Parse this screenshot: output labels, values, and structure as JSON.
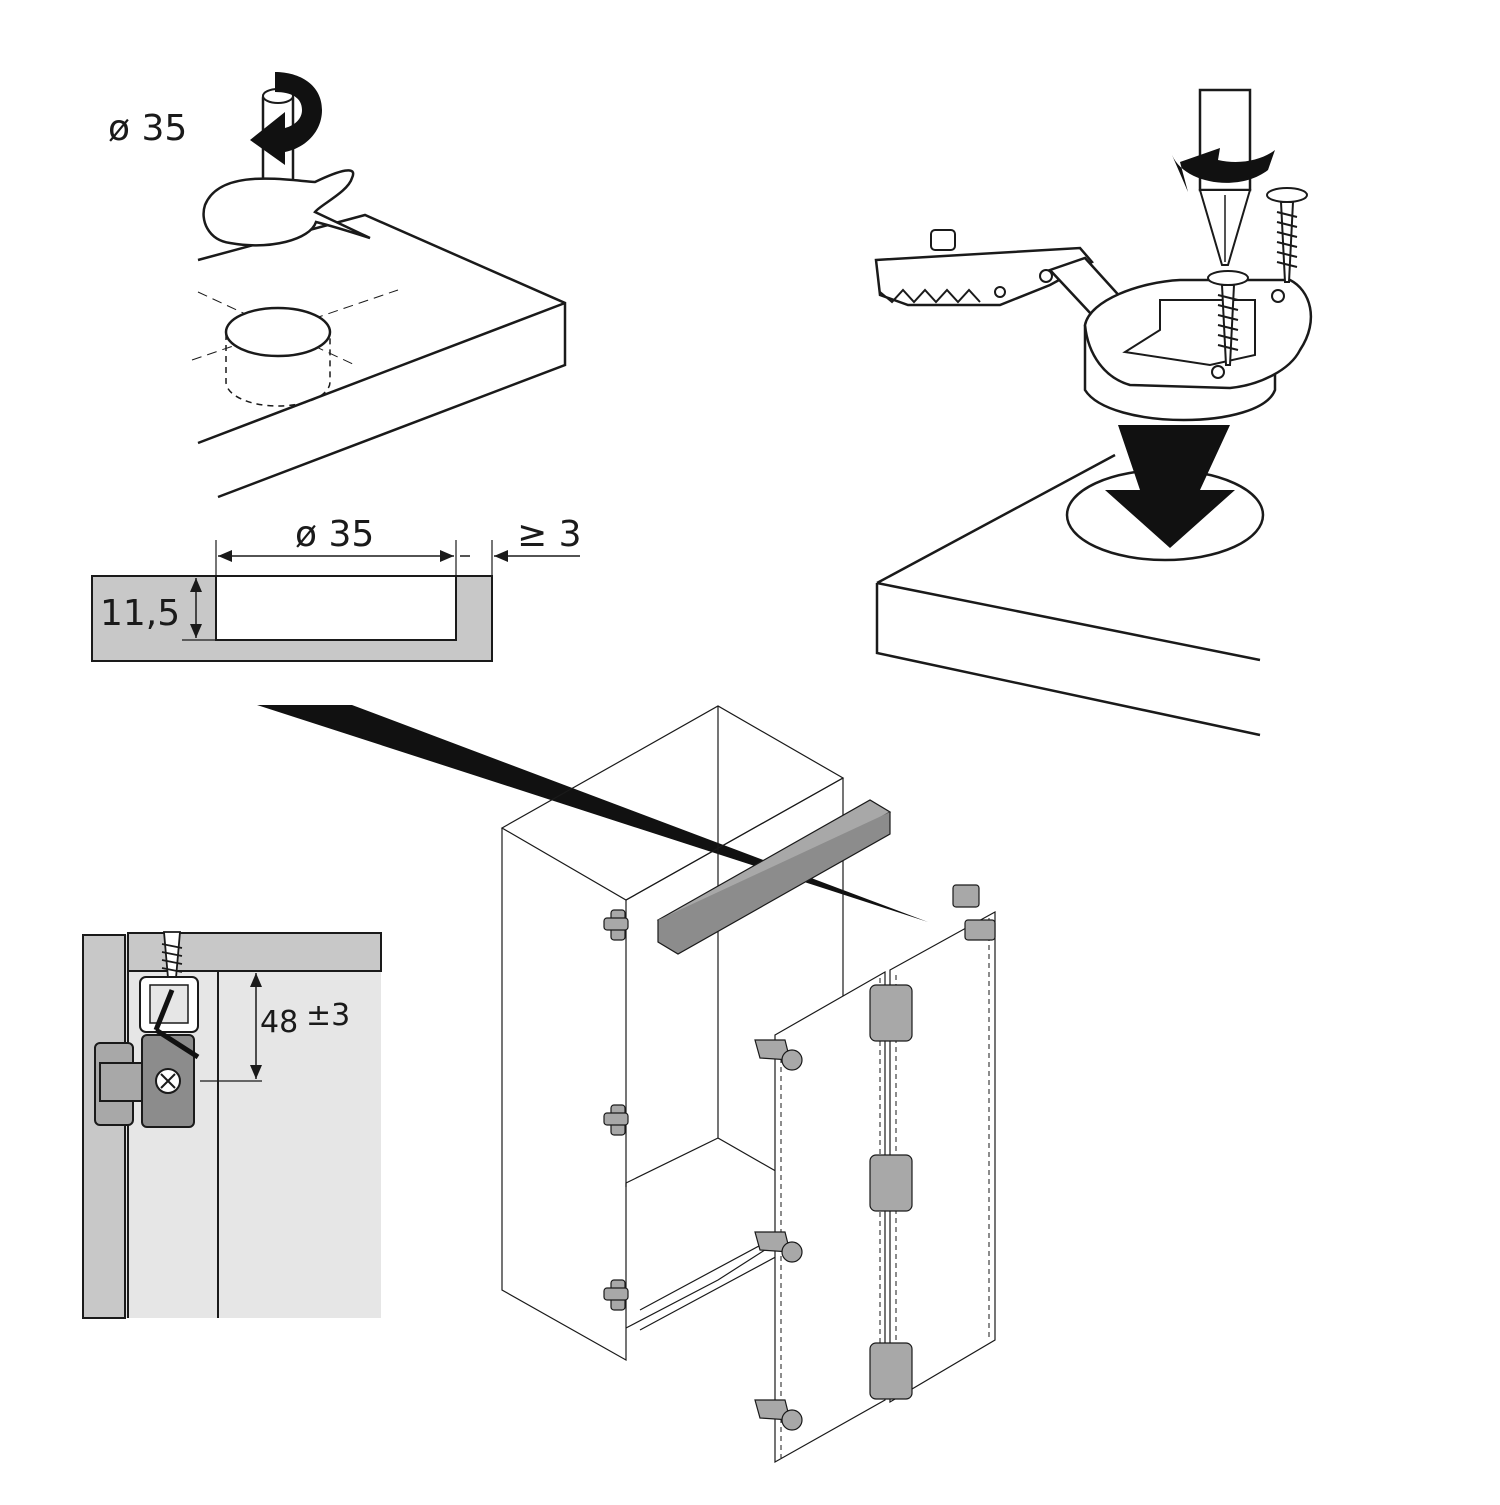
{
  "drill_step": {
    "diameter_label": "ø 35"
  },
  "bore_section": {
    "diameter_label": "ø 35",
    "edge_distance_label": "≥ 3",
    "depth_label": "11,5"
  },
  "hinge_detail": {
    "offset_value": "48",
    "offset_tolerance": "±3"
  },
  "colors": {
    "line": "#1a1a1a",
    "panel_grey": "#c8c8c8",
    "light_grey": "#e6e6e6",
    "hinge_grey": "#a8a8a8",
    "dark": "#111111"
  }
}
